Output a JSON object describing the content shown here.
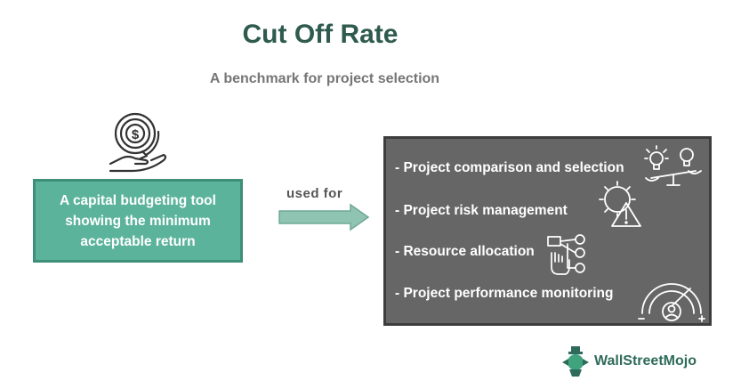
{
  "header": {
    "title": "Cut Off Rate",
    "subtitle": "A benchmark for project selection"
  },
  "definition": {
    "text": "A capital budgeting tool showing the minimum acceptable return",
    "icon": "hand-coin-icon"
  },
  "connector": {
    "label": "used  for",
    "icon": "right-arrow-icon"
  },
  "uses": [
    {
      "label": "- Project comparison and selection",
      "icon": "lightbulb-scale-icon"
    },
    {
      "label": "- Project risk management",
      "icon": "risk-warning-icon"
    },
    {
      "label": "- Resource allocation",
      "icon": "resource-network-icon"
    },
    {
      "label": "- Project performance monitoring",
      "icon": "performance-gauge-icon"
    }
  ],
  "brand": {
    "name": "WallStreetMojo"
  },
  "colors": {
    "title": "#2e5b4e",
    "subtitle": "#767676",
    "definition_box": "#5cb39c",
    "arrow": "#8fc4b2",
    "panel": "#666666",
    "panel_border": "#3d3d3d"
  }
}
